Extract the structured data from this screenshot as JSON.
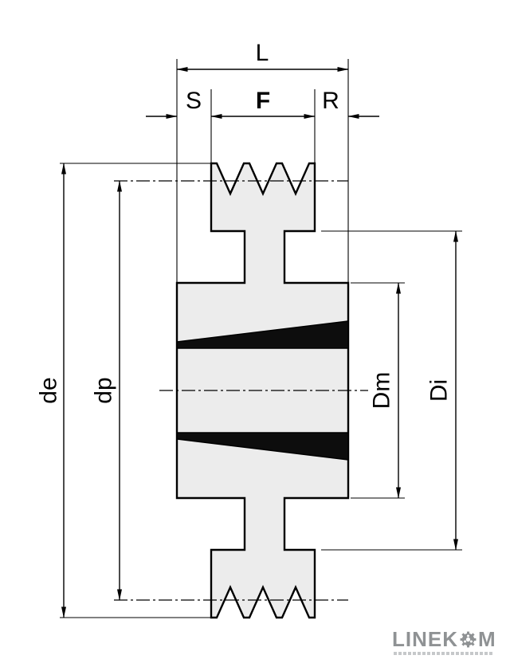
{
  "diagram": {
    "type": "technical-drawing",
    "subject": "v-belt taper-bush pulley cross-section with dimension callouts",
    "dimension_labels": {
      "L": "L",
      "S": "S",
      "F": "F",
      "R": "R",
      "de": "de",
      "dp": "dp",
      "Dm": "Dm",
      "Di": "Di"
    },
    "colors": {
      "background": "#ffffff",
      "outline": "#000000",
      "section_fill": "#ececec",
      "bush_fill": "#0d0d0d",
      "brand_gray": "#8f9294"
    },
    "icons": {
      "logo_gear": "gear-icon"
    }
  },
  "brand": {
    "name": "LINEKOM",
    "wordmark_left": "LINEK",
    "wordmark_right": "M"
  }
}
